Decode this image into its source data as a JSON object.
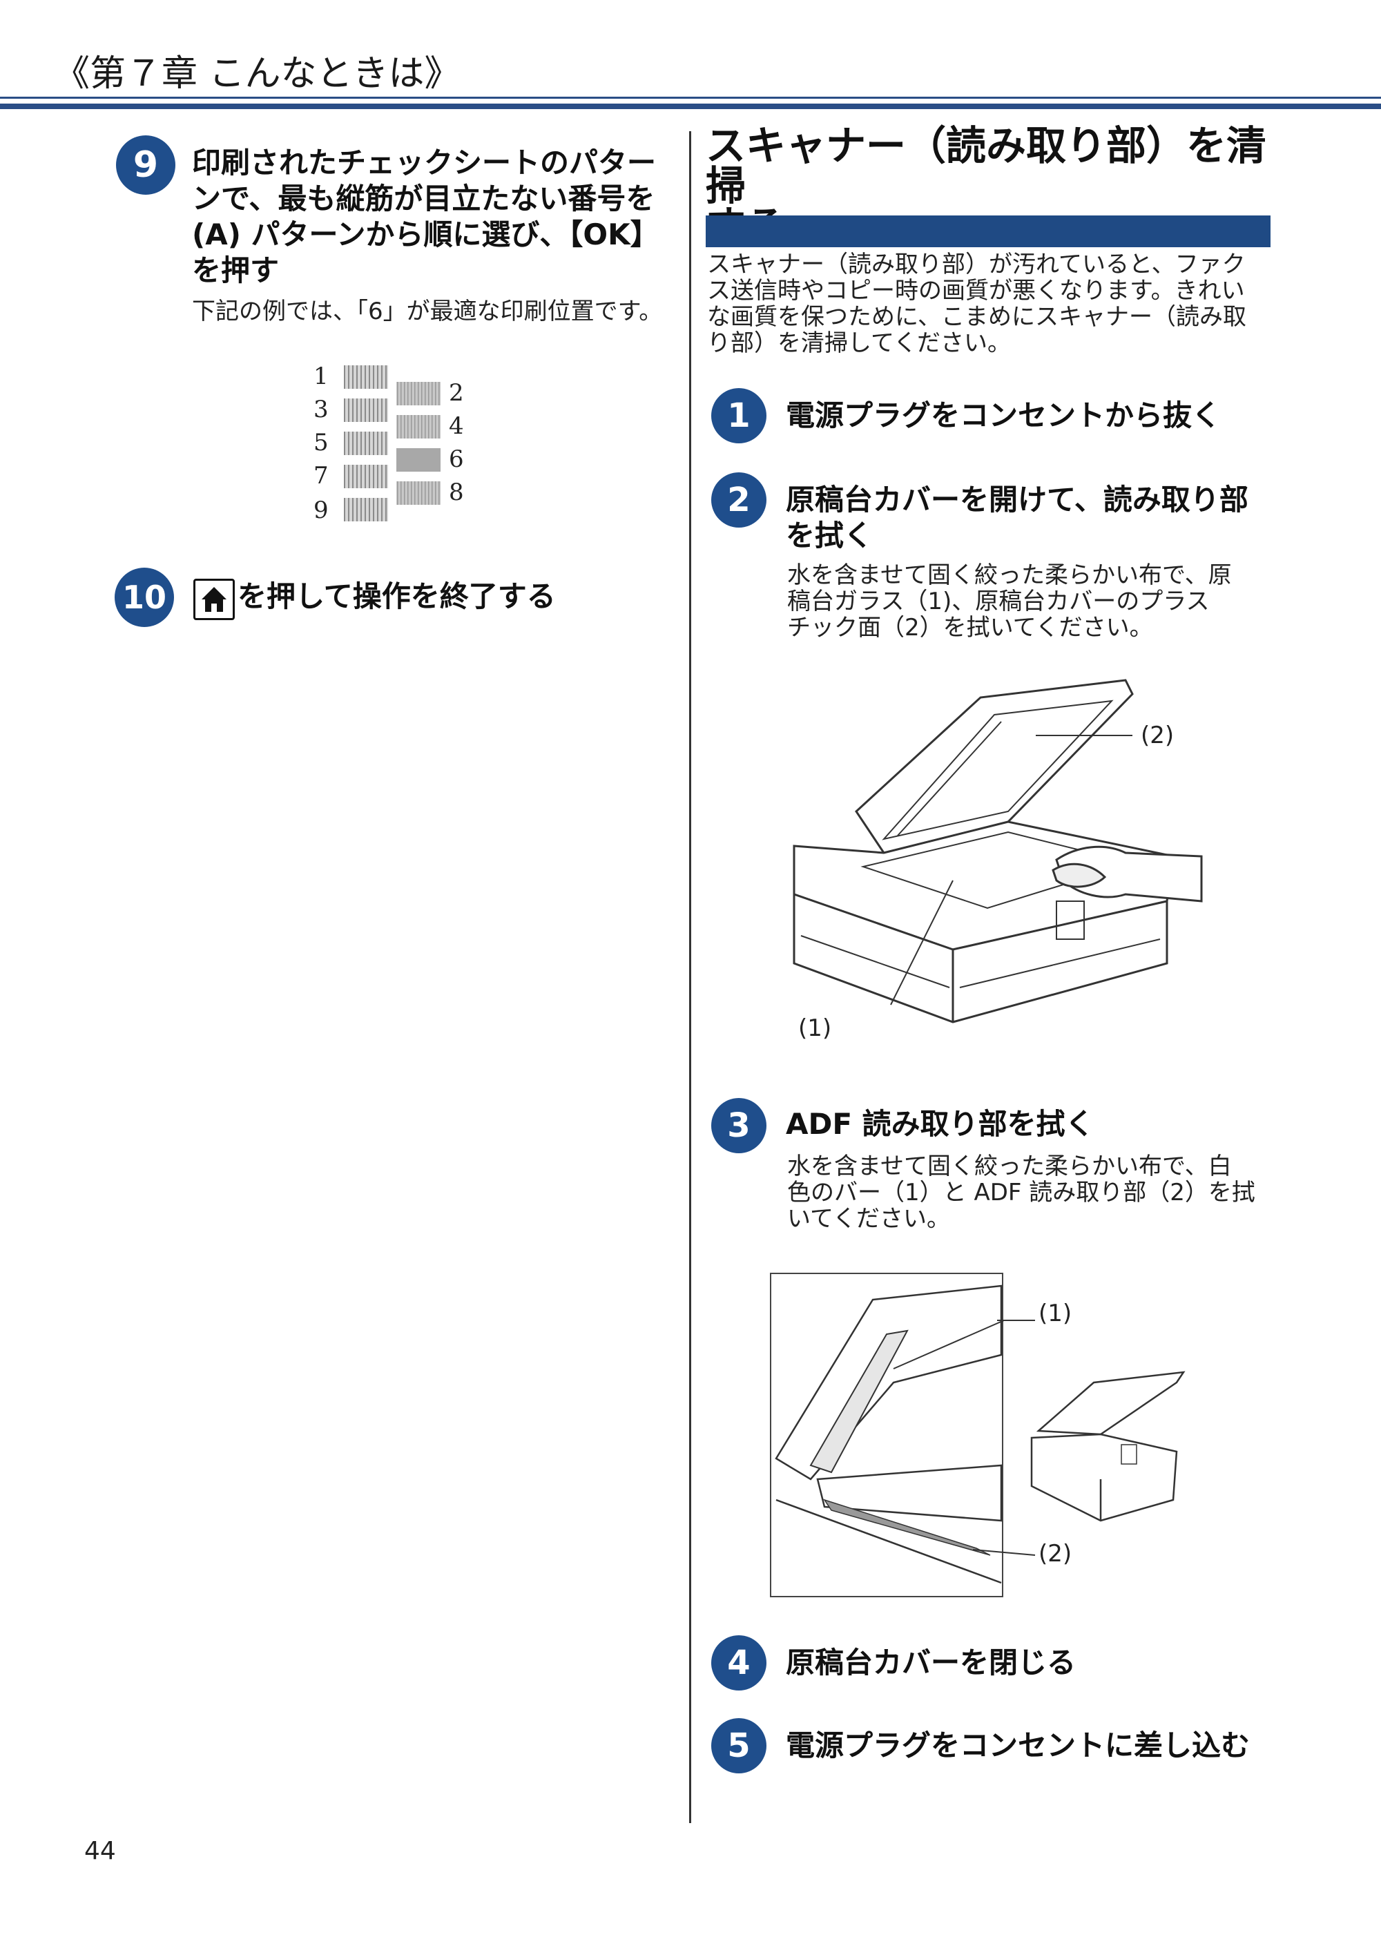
{
  "header": {
    "chapter_title": "《第７章 こんなときは》"
  },
  "left": {
    "step9": {
      "number": "9",
      "heading_lines": [
        "印刷されたチェックシートのパター",
        "ンで、最も縦筋が目立たない番号を",
        "(A) パターンから順に選び、【OK】",
        "を押す"
      ],
      "note": "下記の例では、「6」が最適な印刷位置です。"
    },
    "pattern_numbers": [
      "1",
      "2",
      "3",
      "4",
      "5",
      "6",
      "7",
      "8",
      "9"
    ],
    "step10": {
      "number": "10",
      "heading": "を押して操作を終了する",
      "icon": "home-icon"
    }
  },
  "right": {
    "section_title_lines": [
      "スキャナー（読み取り部）を清掃",
      "する"
    ],
    "intro_lines": [
      "スキャナー（読み取り部）が汚れていると、ファク",
      "ス送信時やコピー時の画質が悪くなります。きれい",
      "な画質を保つために、こまめにスキャナー（読み取",
      "り部）を清掃してください。"
    ],
    "step1": {
      "number": "1",
      "heading": "電源プラグをコンセントから抜く"
    },
    "step2": {
      "number": "2",
      "heading_lines": [
        "原稿台カバーを開けて、読み取り部",
        "を拭く"
      ],
      "body_lines": [
        "水を含ませて固く絞った柔らかい布で、原",
        "稿台ガラス（1)、原稿台カバーのプラス",
        "チック面（2）を拭いてください。"
      ]
    },
    "figure1": {
      "label_1": "(1)",
      "label_2": "(2)"
    },
    "step3": {
      "number": "3",
      "heading": "ADF 読み取り部を拭く",
      "body_lines": [
        "水を含ませて固く絞った柔らかい布で、白",
        "色のバー（1）と ADF 読み取り部（2）を拭",
        "いてください。"
      ]
    },
    "figure2": {
      "label_1": "(1)",
      "label_2": "(2)"
    },
    "step4": {
      "number": "4",
      "heading": "原稿台カバーを閉じる"
    },
    "step5": {
      "number": "5",
      "heading": "電源プラグをコンセントに差し込む"
    }
  },
  "footer": {
    "page_number": "44"
  }
}
